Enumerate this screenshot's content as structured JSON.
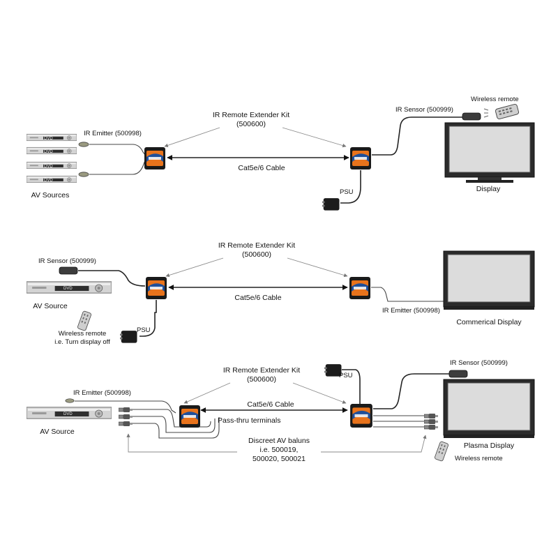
{
  "section1": {
    "kit_label_line1": "IR Remote Extender Kit",
    "kit_label_line2": "(500600)",
    "ir_emitter": "IR Emitter (500998)",
    "ir_sensor": "IR Sensor (500999)",
    "wireless_remote": "Wireless remote",
    "cable": "Cat5e/6 Cable",
    "psu": "PSU",
    "sources": "AV Sources",
    "display": "Display",
    "dvd": "DVD"
  },
  "section2": {
    "kit_label_line1": "IR Remote Extender Kit",
    "kit_label_line2": "(500600)",
    "ir_sensor": "IR Sensor (500999)",
    "cable": "Cat5e/6 Cable",
    "psu": "PSU",
    "source": "AV Source",
    "wireless_line1": "Wireless remote",
    "wireless_line2": "i.e. Turn display off",
    "ir_emitter": "IR Emitter (500998)",
    "display": "Commerical Display",
    "dvd": "DVD"
  },
  "section3": {
    "kit_label_line1": "IR Remote Extender Kit",
    "kit_label_line2": "(500600)",
    "ir_emitter": "IR Emitter (500998)",
    "ir_sensor": "IR Sensor (500999)",
    "cable": "Cat5e/6 Cable",
    "psu": "PSU",
    "pass_thru": "Pass-thru terminals",
    "baluns_line1": "Discreet AV baluns",
    "baluns_line2": "i.e. 500019,",
    "baluns_line3": "500020, 500021",
    "source": "AV Source",
    "display": "Plasma Display",
    "wireless_remote": "Wireless remote",
    "dvd": "DVD"
  },
  "colors": {
    "unit_orange": "#e8731c",
    "unit_blue": "#1f4f9a",
    "unit_dark": "#1a1a1a"
  }
}
